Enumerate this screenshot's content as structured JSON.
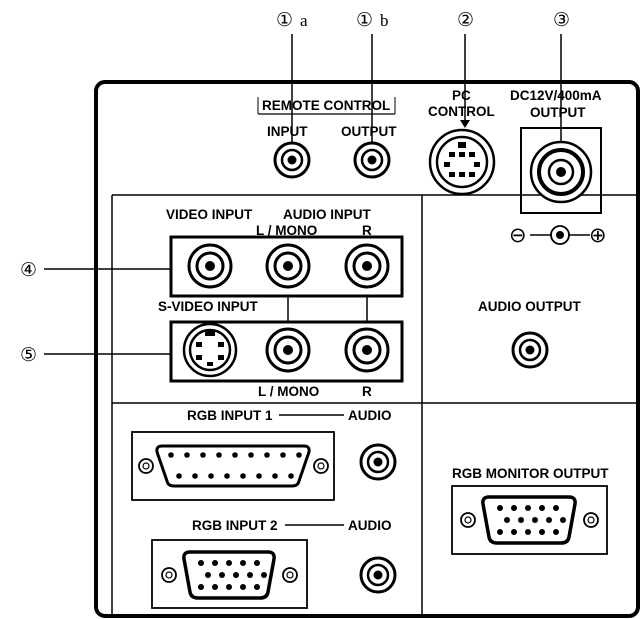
{
  "callouts": {
    "c1a_symbol": "①",
    "c1a_letter": "a",
    "c1b_symbol": "①",
    "c1b_letter": "b",
    "c2": "②",
    "c3": "③",
    "c4": "④",
    "c5": "⑤"
  },
  "labels": {
    "remote_control": "REMOTE CONTROL",
    "input": "INPUT",
    "output": "OUTPUT",
    "pc": "PC",
    "control": "CONTROL",
    "dc_line1": "DC12V/400mA",
    "dc_line2": "OUTPUT",
    "video_input": "VIDEO INPUT",
    "audio_input": "AUDIO INPUT",
    "l_mono_top": "L / MONO",
    "r_top": "R",
    "s_video_input": "S-VIDEO INPUT",
    "l_mono_bottom": "L / MONO",
    "r_bottom": "R",
    "audio_output": "AUDIO OUTPUT",
    "rgb_input_1": "RGB INPUT 1",
    "audio_1": "AUDIO",
    "rgb_input_2": "RGB INPUT 2",
    "audio_2": "AUDIO",
    "rgb_monitor_output": "RGB MONITOR OUTPUT"
  },
  "polarity_symbols": {
    "negative": "⊖",
    "positive": "⊕"
  },
  "colors": {
    "line": "#000000",
    "background": "#ffffff"
  }
}
